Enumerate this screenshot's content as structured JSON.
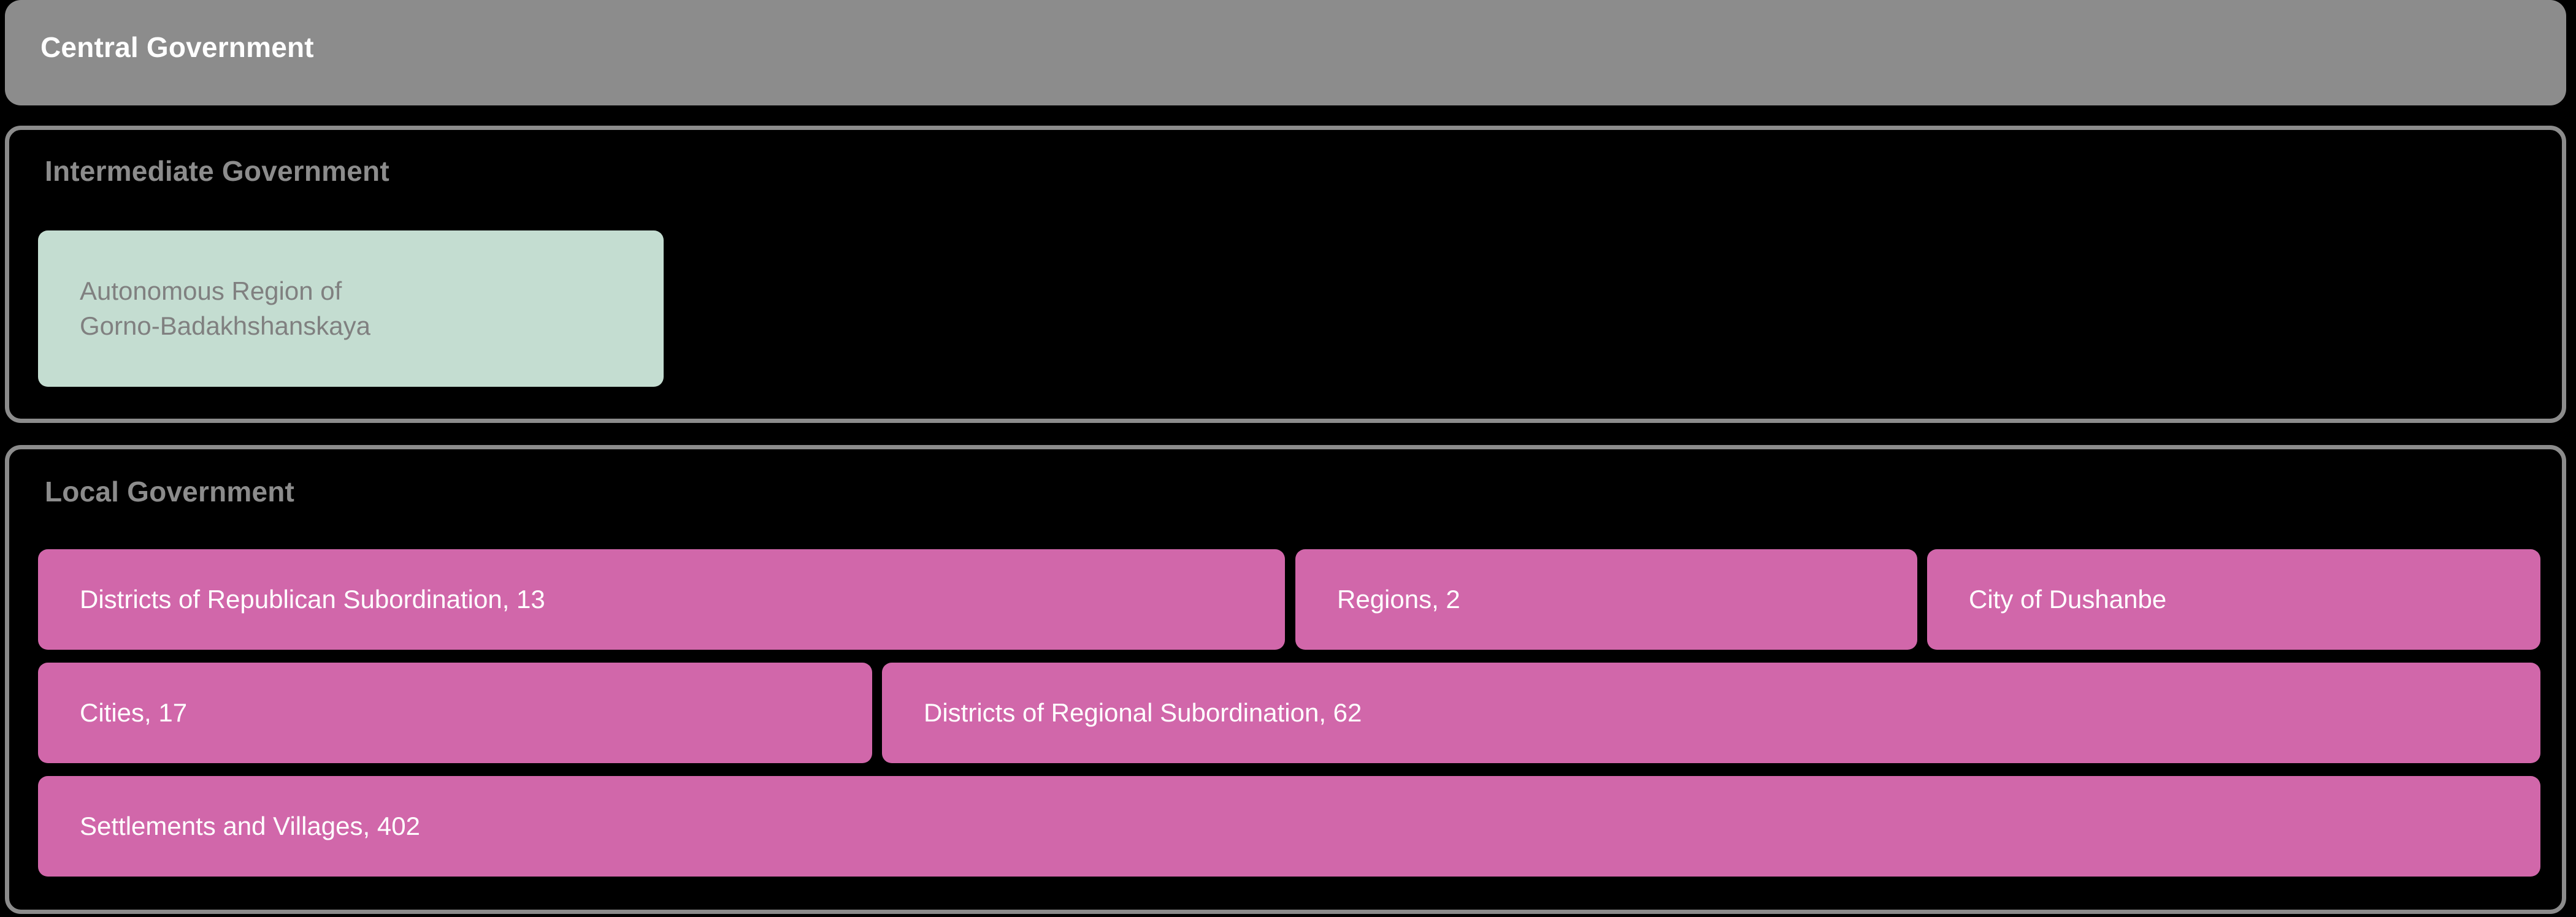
{
  "tiers": [
    {
      "id": "central",
      "title": "Central Government",
      "entities": []
    },
    {
      "id": "intermediate",
      "title": "Intermediate Government",
      "entities": [
        {
          "label": "Autonomous Region of\nGorno-Badakhshanskaya",
          "color": "#c4ddd1"
        }
      ]
    },
    {
      "id": "local",
      "title": "Local Government",
      "entities": [
        {
          "label": "Districts of Republican Subordination, 13",
          "color": "#d167aa",
          "count": 13
        },
        {
          "label": "Regions, 2",
          "color": "#d167aa",
          "count": 2
        },
        {
          "label": "City of Dushanbe",
          "color": "#d167aa"
        },
        {
          "label": "Cities, 17",
          "color": "#d167aa",
          "count": 17
        },
        {
          "label": "Districts of Regional Subordination, 62",
          "color": "#d167aa",
          "count": 62
        },
        {
          "label": "Settlements and Villages, 402",
          "color": "#d167aa",
          "count": 402
        }
      ]
    }
  ],
  "colors": {
    "background": "#000000",
    "panel_border": "#8c8c8c",
    "central_fill": "#8c8c8c",
    "central_title": "#ffffff",
    "panel_title": "#8c8c8c",
    "intermediate_entity": "#c4ddd1",
    "intermediate_entity_text": "#808080",
    "local_entity": "#d167aa",
    "local_entity_text": "#ffffff"
  }
}
